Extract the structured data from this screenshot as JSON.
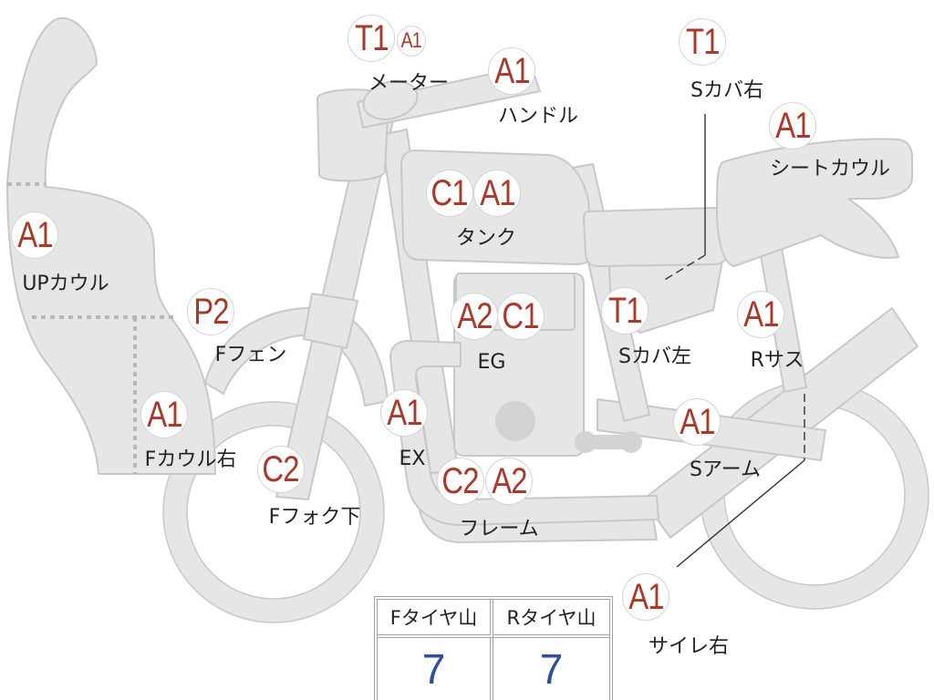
{
  "parts": {
    "meter": {
      "label": "メーター",
      "codes": [
        "T1",
        "A1"
      ]
    },
    "handle": {
      "label": "ハンドル",
      "codes": [
        "A1"
      ]
    },
    "side_cover_right": {
      "label": "Sカバ右",
      "codes": [
        "T1"
      ]
    },
    "seat_cowl": {
      "label": "シートカウル",
      "codes": [
        "A1"
      ]
    },
    "tank": {
      "label": "タンク",
      "codes": [
        "C1",
        "A1"
      ]
    },
    "upper_cowl": {
      "label": "UPカウル",
      "codes": [
        "A1"
      ]
    },
    "front_fender": {
      "label": "Fフェン",
      "codes": [
        "P2"
      ]
    },
    "engine": {
      "label": "EG",
      "codes": [
        "A2",
        "C1"
      ]
    },
    "side_cover_left": {
      "label": "Sカバ左",
      "codes": [
        "T1"
      ]
    },
    "rear_suspension": {
      "label": "Rサス",
      "codes": [
        "A1"
      ]
    },
    "front_cowl_right": {
      "label": "Fカウル右",
      "codes": [
        "A1"
      ]
    },
    "exhaust": {
      "label": "EX",
      "codes": [
        "A1"
      ]
    },
    "swing_arm": {
      "label": "Sアーム",
      "codes": [
        "A1"
      ]
    },
    "front_fork_lower": {
      "label": "Fフォク下",
      "codes": [
        "C2"
      ]
    },
    "frame": {
      "label": "フレーム",
      "codes": [
        "C2",
        "A2"
      ]
    },
    "silencer_right": {
      "label": "サイレ右",
      "codes": [
        "A1"
      ]
    }
  },
  "tire_table": {
    "front_header": "Fタイヤ山",
    "rear_header": "Rタイヤ山",
    "front_value": "7",
    "rear_value": "7"
  },
  "colors": {
    "grade_text": "#a8392b",
    "body_fill": "#e6e6e6",
    "body_stroke": "#c8c8c8",
    "tire_value": "#2f4e9e",
    "label_text": "#222222"
  }
}
